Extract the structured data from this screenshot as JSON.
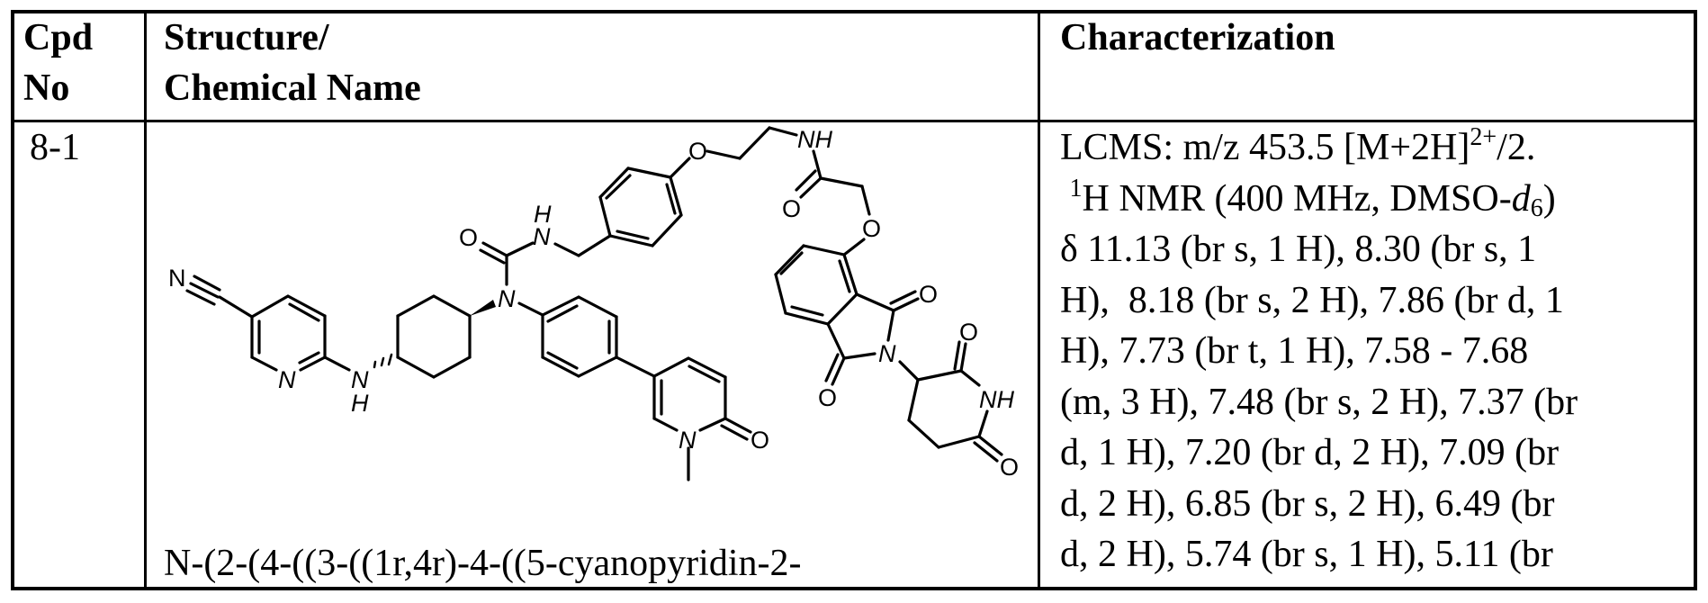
{
  "table": {
    "headers": {
      "cpd_no": [
        "Cpd",
        "No"
      ],
      "structure": [
        "Structure/",
        "Chemical Name"
      ],
      "characterization": "Characterization"
    },
    "rows": [
      {
        "cpd_no": "8-1",
        "structure_image": "chemical-structure-8-1",
        "chemical_name_visible": "N-(2-(4-((3-((1r,4r)-4-((5-cyanopyridin-2-",
        "characterization_lines": [
          {
            "pre": "LCMS: m/z 453.5 [M+2H]",
            "sup": "2+",
            "post": "/2."
          },
          {
            "pre": " ",
            "sup": "1",
            "post": "H NMR (400 MHz, DMSO-",
            "ital": "d",
            "sub": "6",
            "end": ")"
          },
          {
            "text": "δ 11.13 (br s, 1 H), 8.30 (br s, 1"
          },
          {
            "text": "H),  8.18 (br s, 2 H), 7.86 (br d, 1"
          },
          {
            "text": "H), 7.73 (br t, 1 H), 7.58 - 7.68"
          },
          {
            "text": "(m, 3 H), 7.48 (br s, 2 H), 7.37 (br"
          },
          {
            "text": "d, 1 H), 7.20 (br d, 2 H), 7.09 (br"
          },
          {
            "text": "d, 2 H), 6.85 (br s, 2 H), 6.49 (br"
          },
          {
            "text": "d, 2 H), 5.74 (br s, 1 H), 5.11 (br"
          }
        ]
      }
    ]
  },
  "structure_labels": {
    "nitrile_n": "N",
    "pyridine_n": "N",
    "amine_n": "N",
    "amine_h": "H",
    "urea_n": "N",
    "urea_o": "O",
    "urea_nh_n": "N",
    "urea_nh_h": "H",
    "ether_o": "O",
    "amide_nh": "NH",
    "amide_o": "O",
    "ether2_o": "O",
    "phthal_o_top": "O",
    "phthal_o_bottom": "O",
    "phthal_n": "N",
    "glut_o_top": "O",
    "glut_nh": "NH",
    "glut_o_bottom": "O",
    "pyridone_n": "N",
    "pyridone_o": "O"
  }
}
